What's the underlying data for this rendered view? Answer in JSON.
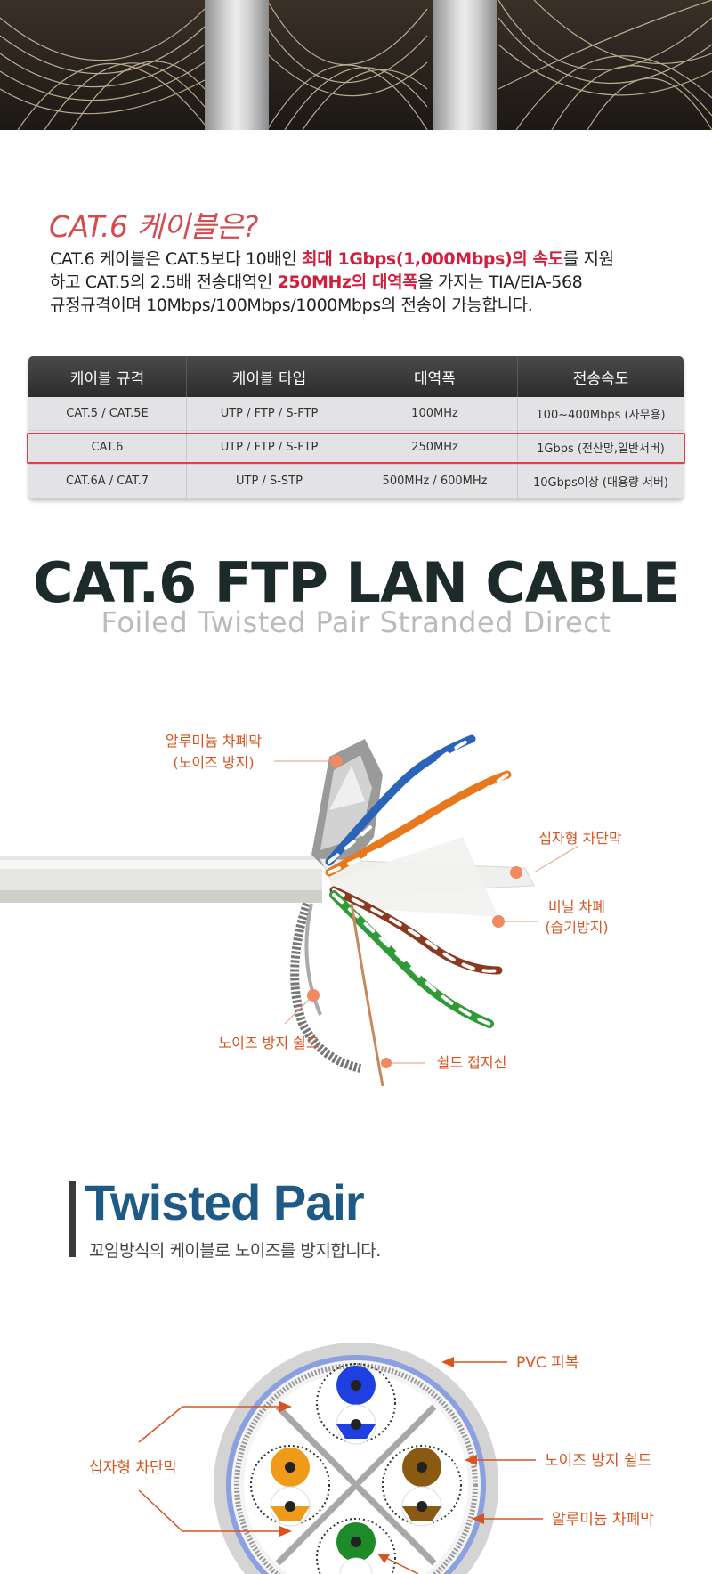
{
  "intro": {
    "title": "CAT.6 케이블은?",
    "line1_a": "CAT.6 케이블은 CAT.5보다 10배인 ",
    "line1_hl": "최대 1Gbps(1,000Mbps)의 속도",
    "line1_b": "를 지원",
    "line2_a": "하고 CAT.5의 2.5배 전송대역인 ",
    "line2_hl": "250MHz의 대역폭",
    "line2_b": "을 가지는 TIA/EIA-568",
    "line3": "규정규격이며 10Mbps/100Mbps/1000Mbps의 전송이 가능합니다."
  },
  "spec_table": {
    "headers": [
      "케이블 규격",
      "케이블 타입",
      "대역폭",
      "전송속도"
    ],
    "rows": [
      [
        "CAT.5 / CAT.5E",
        "UTP / FTP / S-FTP",
        "100MHz",
        "100~400Mbps (사무용)"
      ],
      [
        "CAT.6",
        "UTP / FTP / S-FTP",
        "250MHz",
        "1Gbps (전산망,일반서버)"
      ],
      [
        "CAT.6A / CAT.7",
        "UTP / S-STP",
        "500MHz / 600MHz",
        "10Gbps이상 (대용량 서버)"
      ]
    ]
  },
  "product": {
    "title": "CAT.6 FTP LAN CABLE",
    "subtitle": "Foiled Twisted Pair Stranded Direct"
  },
  "cable_labels": {
    "foil_line1": "알루미늄 차폐막",
    "foil_line2": "(노이즈 방지)",
    "cross_separator": "십자형 차단막",
    "vinyl_line1": "비닐 차폐",
    "vinyl_line2": "(습기방지)",
    "noise_shield": "노이즈 방지 쉴드",
    "drain_wire": "쉴드 접지선"
  },
  "twisted_pair": {
    "title": "Twisted Pair",
    "subtitle": "꼬임방식의 케이블로 노이즈를 방지합니다."
  },
  "cross_section_labels": {
    "pvc": "PVC 피복",
    "noise_shield": "노이즈 방지 쉴드",
    "foil": "알루미늄 차폐막",
    "separator": "십자형 차단막"
  },
  "colors": {
    "accent_red": "#d21f3c",
    "callout_orange": "#d9531e",
    "title_blue": "#1e5a86"
  }
}
